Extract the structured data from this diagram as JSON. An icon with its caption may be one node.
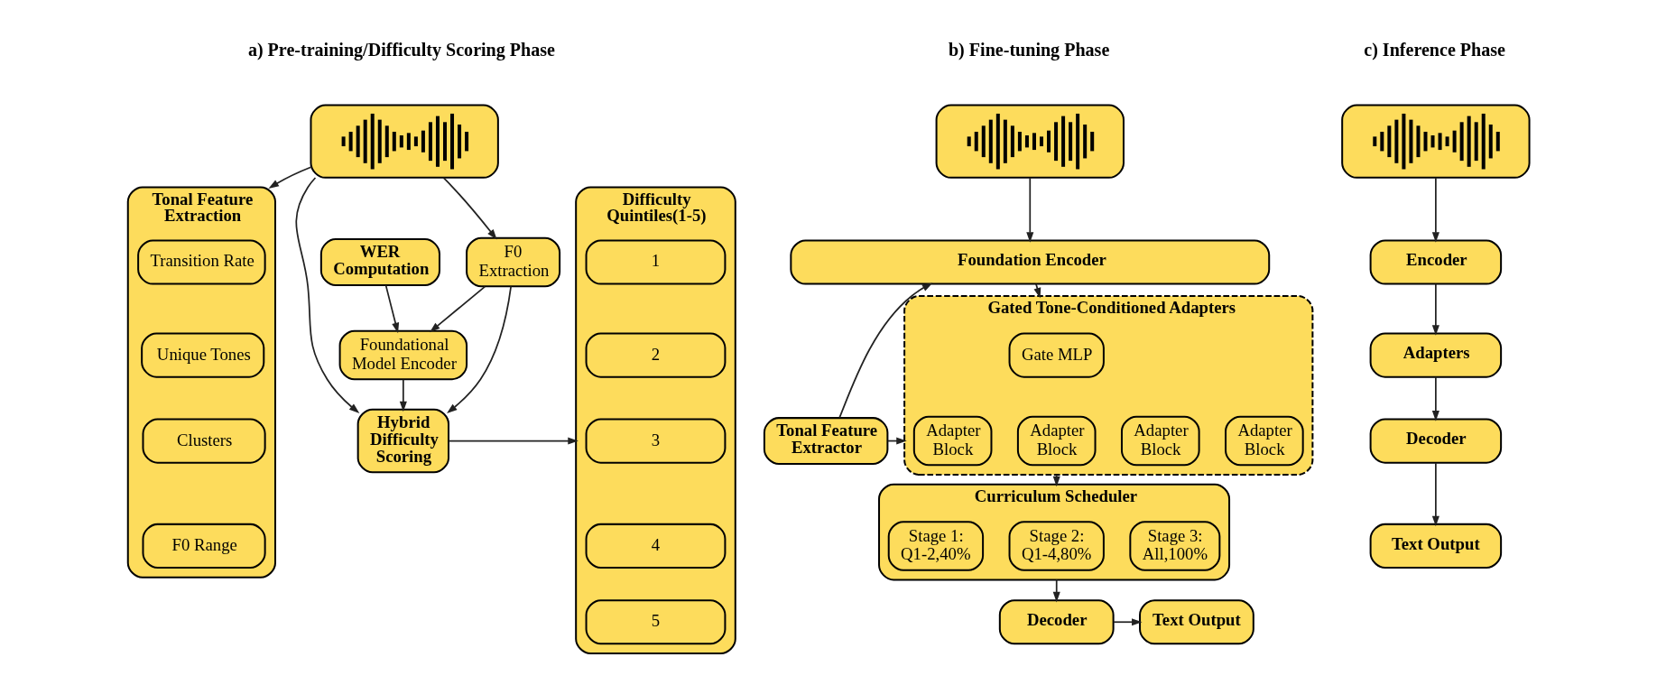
{
  "diagram": {
    "nodes": [
      {
        "text": [],
        "shape": "picture"
      },
      {
        "text": [
          "WER Computation"
        ]
      },
      {
        "text": [
          "F0 Extraction"
        ]
      },
      {
        "text": [
          "Tonal Feature Extraction"
        ]
      },
      {
        "text": [
          "Transition Rate"
        ],
        "in": 3
      },
      {
        "text": [
          "Unique Tones"
        ],
        "in": 3
      },
      {
        "text": [
          "Clusters"
        ],
        "in": 3
      },
      {
        "text": [
          "F0 Range"
        ],
        "in": 3
      },
      {
        "text": [
          "Foundational Model Encoder"
        ]
      },
      {
        "text": [
          "Hybrid Difficulty Scoring"
        ]
      },
      {
        "text": [
          "Difficulty Quintiles(1-5)"
        ]
      },
      {
        "text": [
          "1"
        ],
        "in": 10
      },
      {
        "text": [
          "2"
        ],
        "in": 10
      },
      {
        "text": [
          "3"
        ],
        "in": 10
      },
      {
        "text": [
          "4"
        ],
        "in": 10
      },
      {
        "text": [
          "5"
        ],
        "in": 10
      },
      {
        "text": [],
        "shape": "picture"
      },
      {
        "text": [
          "Foundation Encoder"
        ]
      },
      {
        "text": [
          "Tonal Feature Extractor"
        ]
      },
      {
        "text": [
          "Gated Tone-Conditioned Adapters"
        ]
      },
      {
        "text": [
          "Gate MLP"
        ],
        "in": 19
      },
      {
        "text": [
          "Adapter Block"
        ],
        "in": 19
      },
      {
        "text": [
          "Adapter Block"
        ],
        "in": 19
      },
      {
        "text": [
          "Adapter Block"
        ],
        "in": 19
      },
      {
        "text": [
          "Adapter Block"
        ],
        "in": 19
      },
      {
        "text": [
          "Curriculum Scheduler"
        ]
      },
      {
        "text": [
          "Stage 1: Q1-2,40%"
        ],
        "in": 25
      },
      {
        "text": [
          "Stage 2: Q1-4,80%"
        ],
        "in": 25
      },
      {
        "text": [
          "Stage 3: All,100%"
        ],
        "in": 25
      },
      {
        "text": [
          "Decoder"
        ]
      },
      {
        "text": [
          "Text Output"
        ]
      },
      {
        "text": [],
        "shape": "picture"
      },
      {
        "text": [
          "Encoder"
        ]
      },
      {
        "text": [
          "Adapters"
        ]
      },
      {
        "text": [
          "Decoder"
        ]
      },
      {
        "text": [
          "Text Output"
        ]
      }
    ],
    "edges": [
      {
        "from": 0,
        "to": 2,
        "arrow": "to"
      },
      {
        "from": 0,
        "to": 3,
        "arrow": "to"
      },
      {
        "from": 0,
        "to": 9,
        "arrow": "to"
      },
      {
        "from": 1,
        "to": 8,
        "arrow": "to"
      },
      {
        "from": 2,
        "to": 8,
        "arrow": "to"
      },
      {
        "from": 2,
        "to": 9,
        "arrow": "to"
      },
      {
        "from": 8,
        "to": 9,
        "arrow": "to"
      },
      {
        "from": 9,
        "to": 10,
        "arrow": "to"
      },
      {
        "from": 16,
        "to": 17,
        "arrow": "to"
      },
      {
        "from": 18,
        "to": 17,
        "arrow": "to"
      },
      {
        "from": 18,
        "to": 19,
        "arrow": "to"
      },
      {
        "from": 17,
        "to": 19,
        "arrow": "to"
      },
      {
        "from": 19,
        "to": 25,
        "arrow": "to"
      },
      {
        "from": 25,
        "to": 29,
        "arrow": "to"
      },
      {
        "from": 29,
        "to": 30,
        "arrow": "to"
      },
      {
        "from": 31,
        "to": 32,
        "arrow": "to"
      },
      {
        "from": 32,
        "to": 33,
        "arrow": "to"
      },
      {
        "from": 33,
        "to": 34,
        "arrow": "to"
      },
      {
        "from": 34,
        "to": 35,
        "arrow": "to"
      }
    ],
    "labels": [
      "a) Pre-training/Difficulty Scoring Phase",
      "b) Fine-tuning Phase",
      "c) Inference Phase"
    ]
  }
}
